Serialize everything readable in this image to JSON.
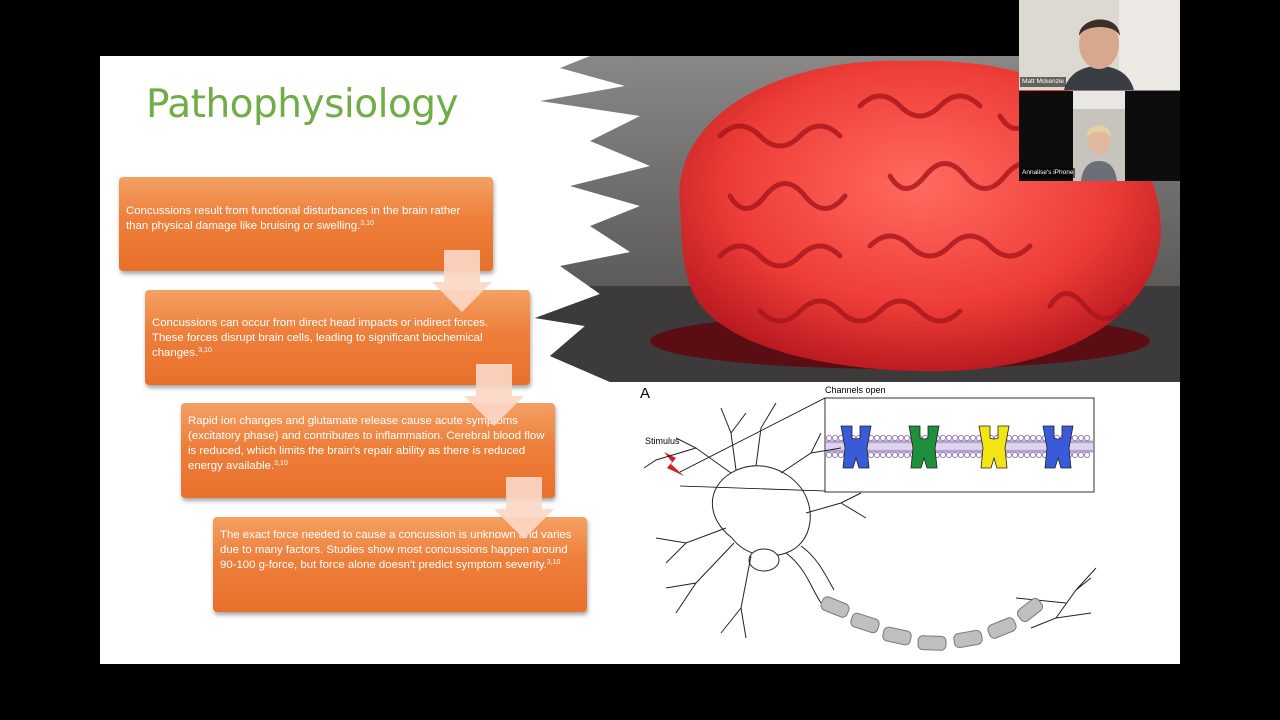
{
  "slide": {
    "title": "Pathophysiology",
    "steps": [
      {
        "text": "Concussions result from functional disturbances in the brain rather than physical damage like bruising or swelling.",
        "ref": "3,10"
      },
      {
        "text": "Concussions can occur from direct head impacts or indirect forces. These forces disrupt brain cells, leading to significant biochemical changes.",
        "ref": "3,10"
      },
      {
        "text": "Rapid ion changes and glutamate release cause acute symptoms (excitatory phase) and contributes to inflammation. Cerebral blood flow is reduced, which limits the brain's repair ability as there is reduced energy available.",
        "ref": "3,10"
      },
      {
        "text": "The exact force needed to cause a concussion is unknown and varies due to many factors. Studies show most concussions happen around 90-100 g-force, but force alone doesn't predict symptom severity.",
        "ref": "3,10"
      }
    ],
    "diagram": {
      "panel_label": "A",
      "stimulus_label": "Stimulus",
      "channels_label": "Channels open",
      "channel_colors": [
        "#3a5bd9",
        "#1e8f3a",
        "#f3e514",
        "#3a5bd9"
      ]
    },
    "colors": {
      "title": "#70ad47",
      "box": "#ee7f3b",
      "arrow": "#fbd7c6"
    }
  },
  "participants": [
    {
      "name": "Matt Mckenzie"
    },
    {
      "name": "Annalise's iPhone"
    }
  ]
}
